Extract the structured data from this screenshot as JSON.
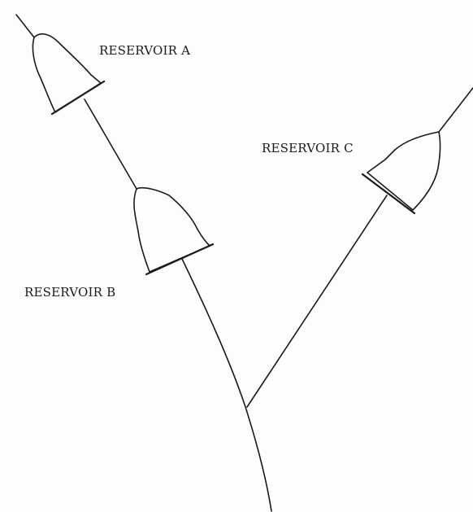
{
  "diagram": {
    "labels": {
      "reservoir_a": "RESERVOIR A",
      "reservoir_b": "RESERVOIR B",
      "reservoir_c": "RESERVOIR C"
    },
    "colors": {
      "ink": "#1a1a1a",
      "paper": "#fdfdfb"
    }
  }
}
